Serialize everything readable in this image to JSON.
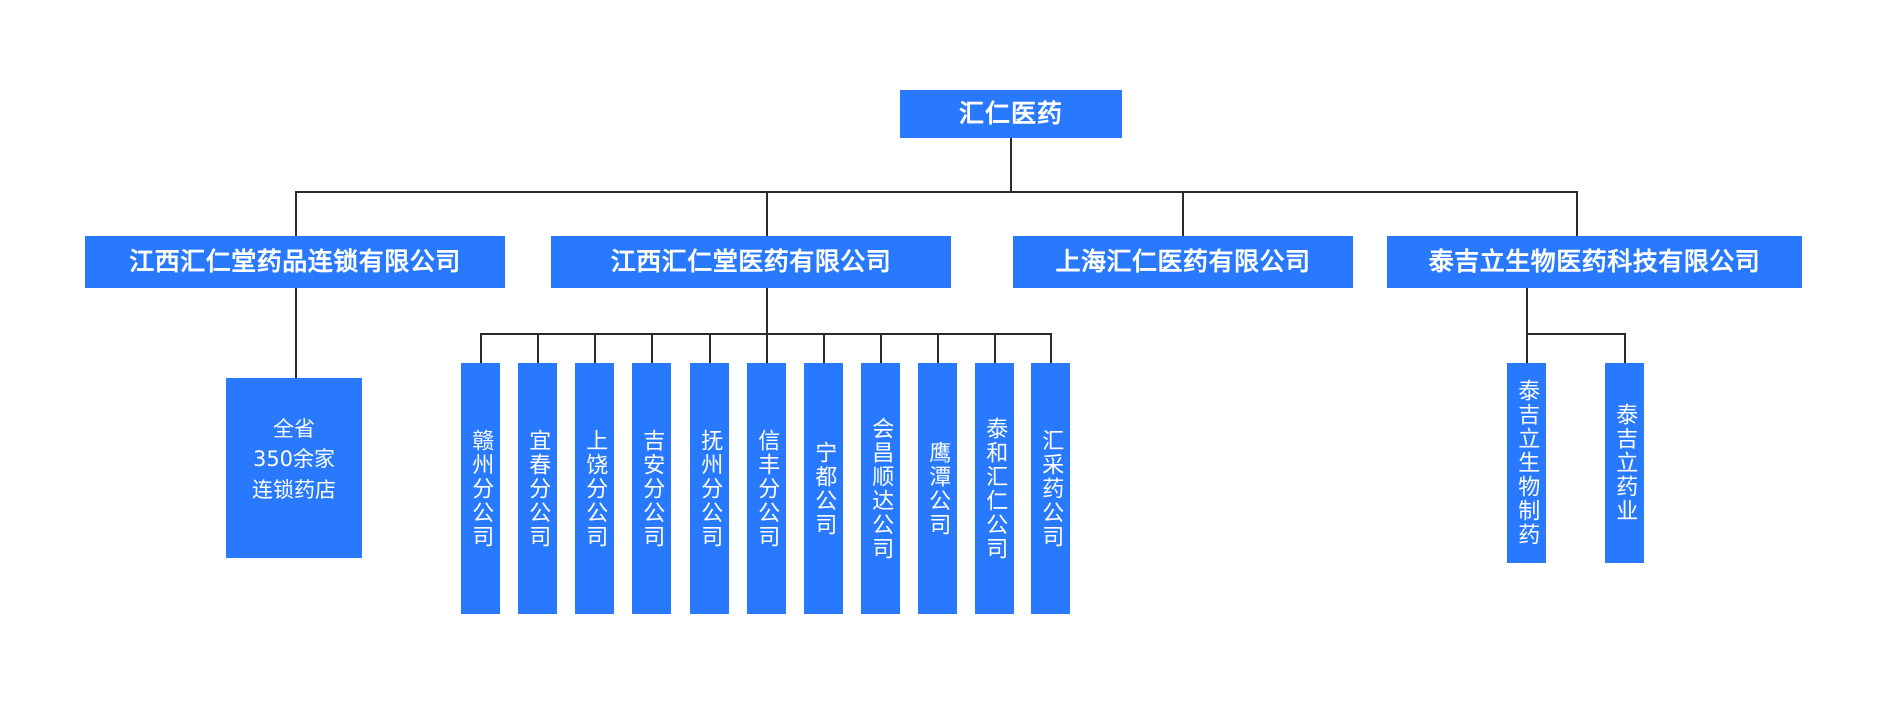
{
  "theme": {
    "node_fill": "#2979ff",
    "node_text": "#ffffff",
    "connector": "#2b2b2b",
    "background": "#ffffff"
  },
  "chart_type": "org-chart",
  "root": {
    "label": "汇仁医药"
  },
  "level2": [
    {
      "label": "江西汇仁堂药品连锁有限公司"
    },
    {
      "label": "江西汇仁堂医药有限公司"
    },
    {
      "label": "上海汇仁医药有限公司"
    },
    {
      "label": "泰吉立生物医药科技有限公司"
    }
  ],
  "branch1_children": [
    {
      "label": "全省\n350余家\n连锁药店"
    }
  ],
  "branch2_children": [
    {
      "label": "赣州分公司"
    },
    {
      "label": "宜春分公司"
    },
    {
      "label": "上饶分公司"
    },
    {
      "label": "吉安分公司"
    },
    {
      "label": "抚州分公司"
    },
    {
      "label": "信丰分公司"
    },
    {
      "label": "宁都公司"
    },
    {
      "label": "会昌顺达公司"
    },
    {
      "label": "鹰潭公司"
    },
    {
      "label": "泰和汇仁公司"
    },
    {
      "label": "汇采药公司"
    }
  ],
  "branch4_children": [
    {
      "label": "泰吉立生物制药"
    },
    {
      "label": "泰吉立药业"
    }
  ]
}
